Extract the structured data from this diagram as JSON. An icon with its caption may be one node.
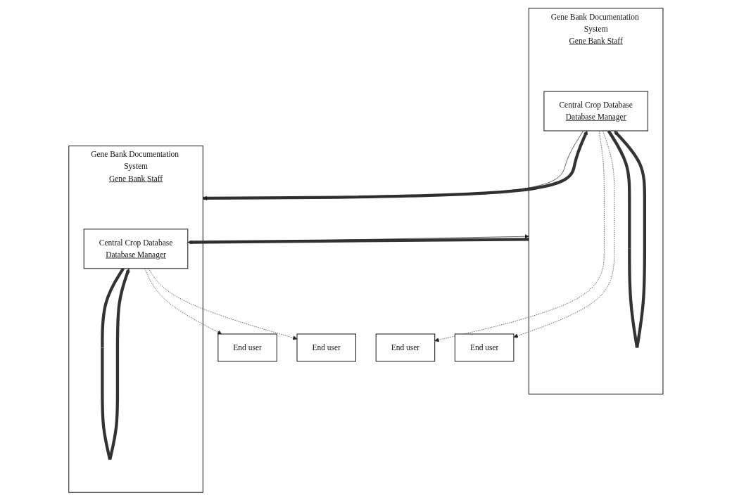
{
  "diagram": {
    "nodes": [
      {
        "text": [
          "Gene Bank Documentation System",
          "Gene Bank Staff"
        ]
      },
      {
        "text": [
          "Central Crop Database",
          "Database Manager"
        ],
        "in": 0
      },
      {
        "text": [
          "Gene Bank Documentation System",
          "Gene Bank Staff"
        ]
      },
      {
        "text": [
          "Central Crop Database",
          "Database Manager"
        ],
        "in": 2
      },
      {
        "text": [
          "End user"
        ]
      },
      {
        "text": [
          "End user"
        ]
      },
      {
        "text": [
          "End user"
        ]
      },
      {
        "text": [
          "End user"
        ]
      }
    ],
    "edges": [
      {
        "from": 2,
        "to": 1,
        "arrow": "to",
        "style": "thick"
      },
      {
        "from": 0,
        "to": 3,
        "arrow": "to",
        "style": "thick"
      },
      {
        "from": 3,
        "to": 0,
        "arrow": "to"
      },
      {
        "from": 1,
        "to": 2,
        "arrow": "to"
      },
      {
        "from": 1,
        "to": 1,
        "arrow": "to",
        "style": "thick"
      },
      {
        "from": 3,
        "to": 3,
        "arrow": "to",
        "style": "thick"
      },
      {
        "from": 1,
        "to": 4,
        "arrow": "to",
        "style": "dashed"
      },
      {
        "from": 1,
        "to": 5,
        "arrow": "to",
        "style": "dashed"
      },
      {
        "from": 3,
        "to": 6,
        "arrow": "to",
        "style": "dashed"
      },
      {
        "from": 3,
        "to": 7,
        "arrow": "to",
        "style": "dashed"
      }
    ]
  }
}
